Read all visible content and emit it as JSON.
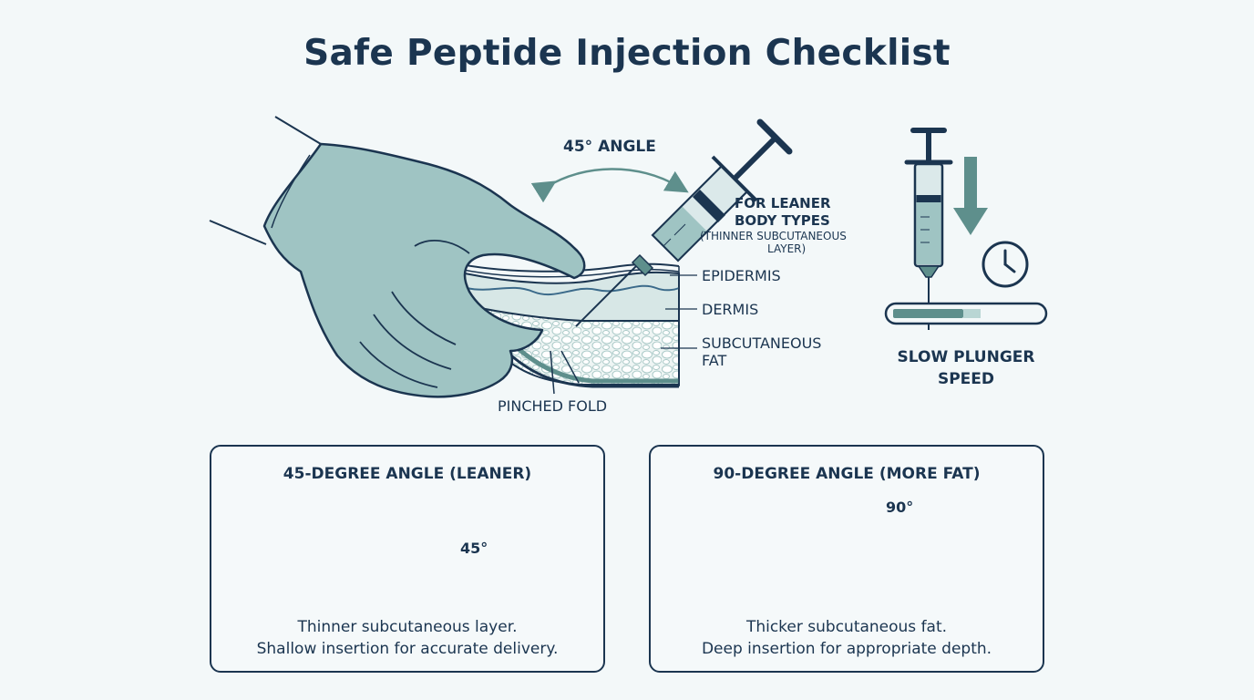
{
  "title": "Safe Peptide Injection Checklist",
  "main_diagram": {
    "angle_label": "45° ANGLE",
    "body_type_label_line1": "FOR LEANER",
    "body_type_label_line2": "BODY TYPES",
    "body_type_note_line1": "(THINNER SUBCUTANEOUS",
    "body_type_note_line2": "LAYER)",
    "layer_epidermis": "EPIDERMIS",
    "layer_dermis": "DERMIS",
    "layer_fat_line1": "SUBCUTANEOUS",
    "layer_fat_line2": "FAT",
    "fold_label": "PINCHED FOLD"
  },
  "plunger": {
    "label_line1": "SLOW PLUNGER",
    "label_line2": "SPEED",
    "progress": 0.6
  },
  "panels": [
    {
      "title": "45-DEGREE ANGLE (LEANER)",
      "angle": "45°",
      "desc_line1": "Thinner subcutaneous layer.",
      "desc_line2": "Shallow insertion for accurate delivery."
    },
    {
      "title": "90-DEGREE ANGLE (MORE FAT)",
      "angle": "90°",
      "desc_line1": "Thicker subcutaneous fat.",
      "desc_line2": "Deep insertion for appropriate depth."
    }
  ],
  "colors": {
    "navy": "#1b3550",
    "teal": "#5e8f8c",
    "glove": "#9fc4c3",
    "dermis": "#d7e7e6",
    "fat": "#eef5f4",
    "background": "#f3f8f9"
  }
}
